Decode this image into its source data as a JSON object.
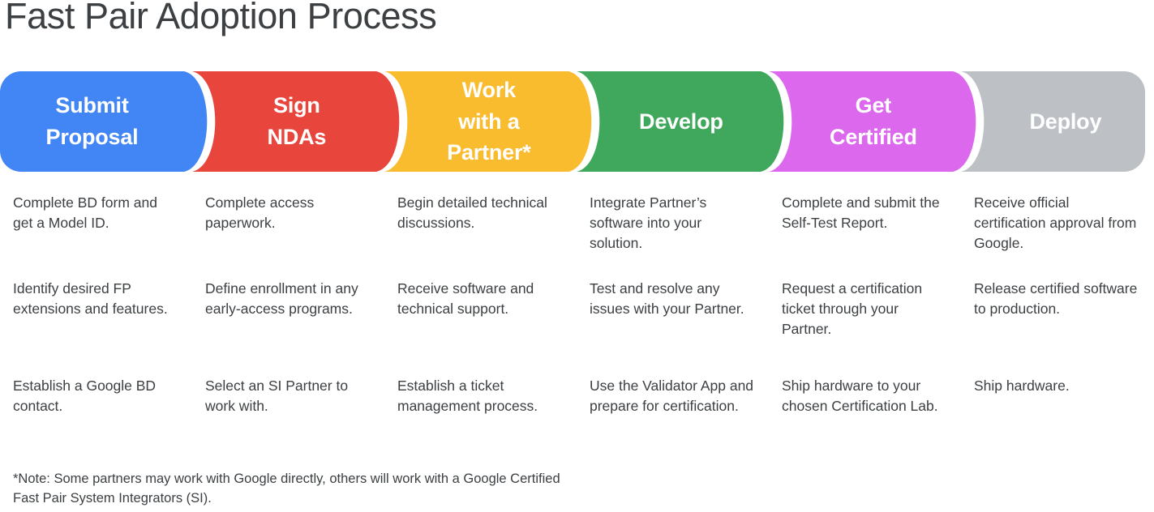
{
  "title": "Fast Pair Adoption Process",
  "colors": {
    "title_text": "#3c4043",
    "body_text": "#3c4043",
    "banner_text": "#ffffff",
    "background": "#ffffff",
    "stage_blue": "#4285f4",
    "stage_red": "#e8453c",
    "stage_yellow": "#fabc2f",
    "stage_green": "#40a85c",
    "stage_magenta": "#dc68ee",
    "stage_gray": "#bdc1c6"
  },
  "stages": [
    {
      "label": "Submit\nProposal",
      "color": "#4285f4",
      "items": [
        "Complete BD form and get a Model ID.",
        "Identify desired FP extensions and features.",
        "Establish a Google BD contact."
      ]
    },
    {
      "label": "Sign\nNDAs",
      "color": "#e8453c",
      "items": [
        "Complete access paperwork.",
        "Define enrollment in any early-access programs.",
        "Select an SI Partner to work with."
      ]
    },
    {
      "label": "Work\nwith a\nPartner*",
      "color": "#fabc2f",
      "items": [
        "Begin detailed technical discussions.",
        "Receive software and technical support.",
        "Establish a ticket management process."
      ]
    },
    {
      "label": "Develop",
      "color": "#40a85c",
      "items": [
        "Integrate Partner’s software into your solution.",
        "Test and resolve any issues with your Partner.",
        "Use the Validator App and prepare for certification."
      ]
    },
    {
      "label": "Get\nCertified",
      "color": "#dc68ee",
      "items": [
        "Complete and submit the Self-Test Report.",
        "Request a certification ticket through your Partner.",
        "Ship hardware to your chosen Certification Lab."
      ]
    },
    {
      "label": "Deploy",
      "color": "#bdc1c6",
      "items": [
        "Receive official certification approval from Google.",
        "Release certified software to production.",
        "Ship hardware."
      ]
    }
  ],
  "footnote": "*Note: Some partners may work with Google directly, others will work with a Google Certified Fast Pair System Integrators (SI)."
}
